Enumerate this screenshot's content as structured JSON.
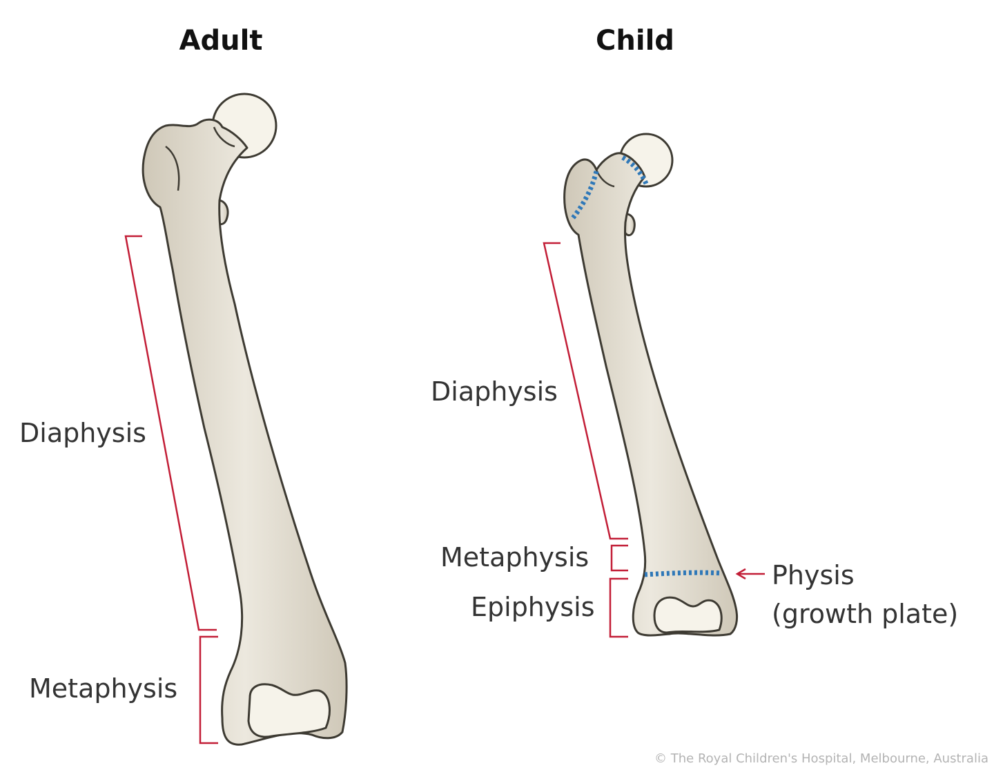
{
  "panels": {
    "adult": {
      "title": "Adult",
      "labels": {
        "diaphysis": "Diaphysis",
        "metaphysis": "Metaphysis"
      }
    },
    "child": {
      "title": "Child",
      "labels": {
        "diaphysis": "Diaphysis",
        "metaphysis": "Metaphysis",
        "epiphysis": "Epiphysis",
        "physis_line1": "Physis",
        "physis_line2": "(growth plate)"
      }
    }
  },
  "credit": "© The Royal Children's Hospital, Melbourne, Australia",
  "colors": {
    "bone_fill": "#d9d3c4",
    "bone_highlight": "#f3f0e7",
    "bracket": "#c21d36",
    "growth_plate": "#2f78b8"
  }
}
